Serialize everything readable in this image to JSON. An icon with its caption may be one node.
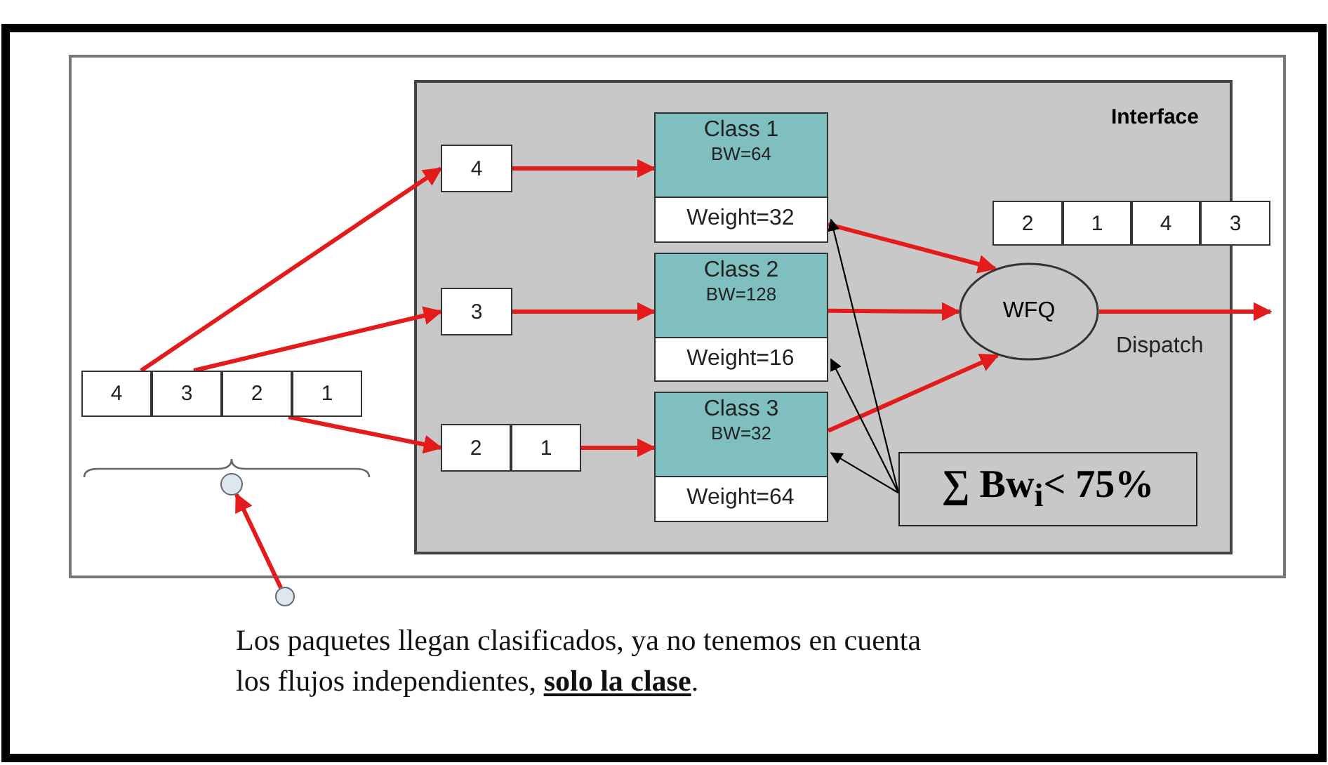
{
  "diagram": {
    "caption": "Los paquetes llegan clasificados, ya no tenemos en cuenta los flujos independientes, **solo la clase**.",
    "nodes": [
      {
        "text": [
          "Interface"
        ]
      },
      {
        "text": [
          "4"
        ]
      },
      {
        "text": [
          "3"
        ]
      },
      {
        "text": [
          "2"
        ]
      },
      {
        "text": [
          "1"
        ]
      },
      {
        "text": [
          "4"
        ],
        "in": 0
      },
      {
        "text": [
          "3"
        ],
        "in": 0
      },
      {
        "text": [
          "2"
        ],
        "in": 0
      },
      {
        "text": [
          "1"
        ],
        "in": 0
      },
      {
        "text": [
          "Class 1",
          "BW=64"
        ],
        "in": 0
      },
      {
        "text": [
          "Weight=32"
        ],
        "in": 9
      },
      {
        "text": [
          "Class 2",
          "BW=128"
        ],
        "in": 0
      },
      {
        "text": [
          "Weight=16"
        ],
        "in": 11
      },
      {
        "text": [
          "Class 3",
          "BW=32"
        ],
        "in": 0
      },
      {
        "text": [
          "Weight=64"
        ],
        "in": 13
      },
      {
        "text": [
          "2"
        ],
        "in": 0
      },
      {
        "text": [
          "1"
        ],
        "in": 0
      },
      {
        "text": [
          "4"
        ],
        "in": 0
      },
      {
        "text": [
          "3"
        ]
      },
      {
        "text": [
          "WFQ"
        ],
        "in": 0
      },
      {
        "text": [
          "∑ Bw$_{i}$< 75%"
        ],
        "in": 0
      },
      {
        "text": [],
        "shape": "circle"
      },
      {
        "text": [],
        "shape": "circle"
      }
    ],
    "edges": [
      {
        "from": 1,
        "to": 5,
        "arrow": "to"
      },
      {
        "from": 2,
        "to": 6,
        "arrow": "to"
      },
      {
        "from": 3,
        "to": 7,
        "arrow": "to"
      },
      {
        "from": 5,
        "to": 9,
        "arrow": "to"
      },
      {
        "from": 6,
        "to": 11,
        "arrow": "to"
      },
      {
        "from": 8,
        "to": 13,
        "arrow": "to"
      },
      {
        "from": 10,
        "to": 19,
        "arrow": "to"
      },
      {
        "from": 11,
        "to": 19,
        "arrow": "to"
      },
      {
        "from": 13,
        "to": 19,
        "arrow": "to"
      },
      {
        "from": 19,
        "to": null,
        "arrow": "to",
        "label": "Dispatch"
      },
      {
        "from": 20,
        "to": 10,
        "arrow": "to",
        "color": "#000000"
      },
      {
        "from": 20,
        "to": 12,
        "arrow": "to",
        "color": "#000000"
      },
      {
        "from": 20,
        "to": 13,
        "arrow": "to",
        "color": "#000000"
      },
      {
        "from": 22,
        "to": 21,
        "arrow": "to"
      }
    ]
  }
}
